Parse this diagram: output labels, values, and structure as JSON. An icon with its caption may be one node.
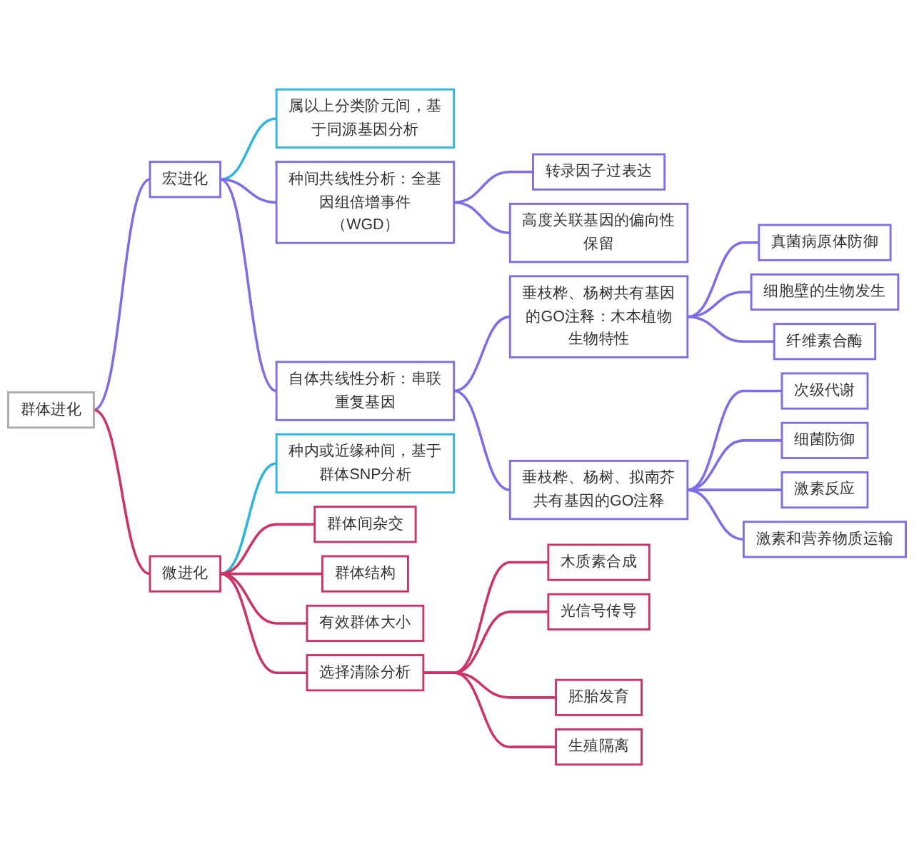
{
  "diagram": {
    "nodes": [
      {
        "text": [
          "群体进化"
        ]
      },
      {
        "text": [
          "宏进化"
        ]
      },
      {
        "text": [
          "属以上分类阶元间，基于同源基因分析"
        ]
      },
      {
        "text": [
          "种间共线性分析：全基因组倍增事件（WGD）"
        ]
      },
      {
        "text": [
          "转录因子过表达"
        ]
      },
      {
        "text": [
          "高度关联基因的偏向性保留"
        ]
      },
      {
        "text": [
          "自体共线性分析：串联重复基因"
        ]
      },
      {
        "text": [
          "垂枝桦、杨树共有基因的GO注释：木本植物生物特性"
        ]
      },
      {
        "text": [
          "真菌病原体防御"
        ]
      },
      {
        "text": [
          "细胞壁的生物发生"
        ]
      },
      {
        "text": [
          "纤维素合酶"
        ]
      },
      {
        "text": [
          "垂枝桦、杨树、拟南芥共有基因的GO注释"
        ]
      },
      {
        "text": [
          "次级代谢"
        ]
      },
      {
        "text": [
          "细菌防御"
        ]
      },
      {
        "text": [
          "激素反应"
        ]
      },
      {
        "text": [
          "激素和营养物质运输"
        ]
      },
      {
        "text": [
          "微进化"
        ]
      },
      {
        "text": [
          "种内或近缘种间，基于群体SNP分析"
        ]
      },
      {
        "text": [
          "群体间杂交"
        ]
      },
      {
        "text": [
          "群体结构"
        ]
      },
      {
        "text": [
          "有效群体大小"
        ]
      },
      {
        "text": [
          "选择清除分析"
        ]
      },
      {
        "text": [
          "木质素合成"
        ]
      },
      {
        "text": [
          "光信号传导"
        ]
      },
      {
        "text": [
          "胚胎发育"
        ]
      },
      {
        "text": [
          "生殖隔离"
        ]
      }
    ],
    "edges": [
      {
        "from": 0,
        "to": 1,
        "arrow": "none"
      },
      {
        "from": 0,
        "to": 16,
        "arrow": "none",
        "color": "#cc3366"
      },
      {
        "from": 1,
        "to": 2,
        "arrow": "none",
        "color": "#2fb3e0"
      },
      {
        "from": 1,
        "to": 3,
        "arrow": "none"
      },
      {
        "from": 1,
        "to": 6,
        "arrow": "none"
      },
      {
        "from": 3,
        "to": 4,
        "arrow": "none"
      },
      {
        "from": 3,
        "to": 5,
        "arrow": "none"
      },
      {
        "from": 6,
        "to": 7,
        "arrow": "none"
      },
      {
        "from": 6,
        "to": 11,
        "arrow": "none"
      },
      {
        "from": 7,
        "to": 8,
        "arrow": "none"
      },
      {
        "from": 7,
        "to": 9,
        "arrow": "none"
      },
      {
        "from": 7,
        "to": 10,
        "arrow": "none"
      },
      {
        "from": 11,
        "to": 12,
        "arrow": "none"
      },
      {
        "from": 11,
        "to": 13,
        "arrow": "none"
      },
      {
        "from": 11,
        "to": 14,
        "arrow": "none"
      },
      {
        "from": 11,
        "to": 15,
        "arrow": "none"
      },
      {
        "from": 16,
        "to": 17,
        "arrow": "none",
        "color": "#2fb3e0"
      },
      {
        "from": 16,
        "to": 18,
        "arrow": "none",
        "color": "#cc3366"
      },
      {
        "from": 16,
        "to": 19,
        "arrow": "none",
        "color": "#cc3366"
      },
      {
        "from": 16,
        "to": 20,
        "arrow": "none",
        "color": "#cc3366"
      },
      {
        "from": 16,
        "to": 21,
        "arrow": "none",
        "color": "#cc3366"
      },
      {
        "from": 21,
        "to": 22,
        "arrow": "none",
        "color": "#cc3366"
      },
      {
        "from": 21,
        "to": 23,
        "arrow": "none",
        "color": "#cc3366"
      },
      {
        "from": 21,
        "to": 24,
        "arrow": "none",
        "color": "#cc3366"
      },
      {
        "from": 21,
        "to": 25,
        "arrow": "none",
        "color": "#cc3366"
      }
    ]
  }
}
